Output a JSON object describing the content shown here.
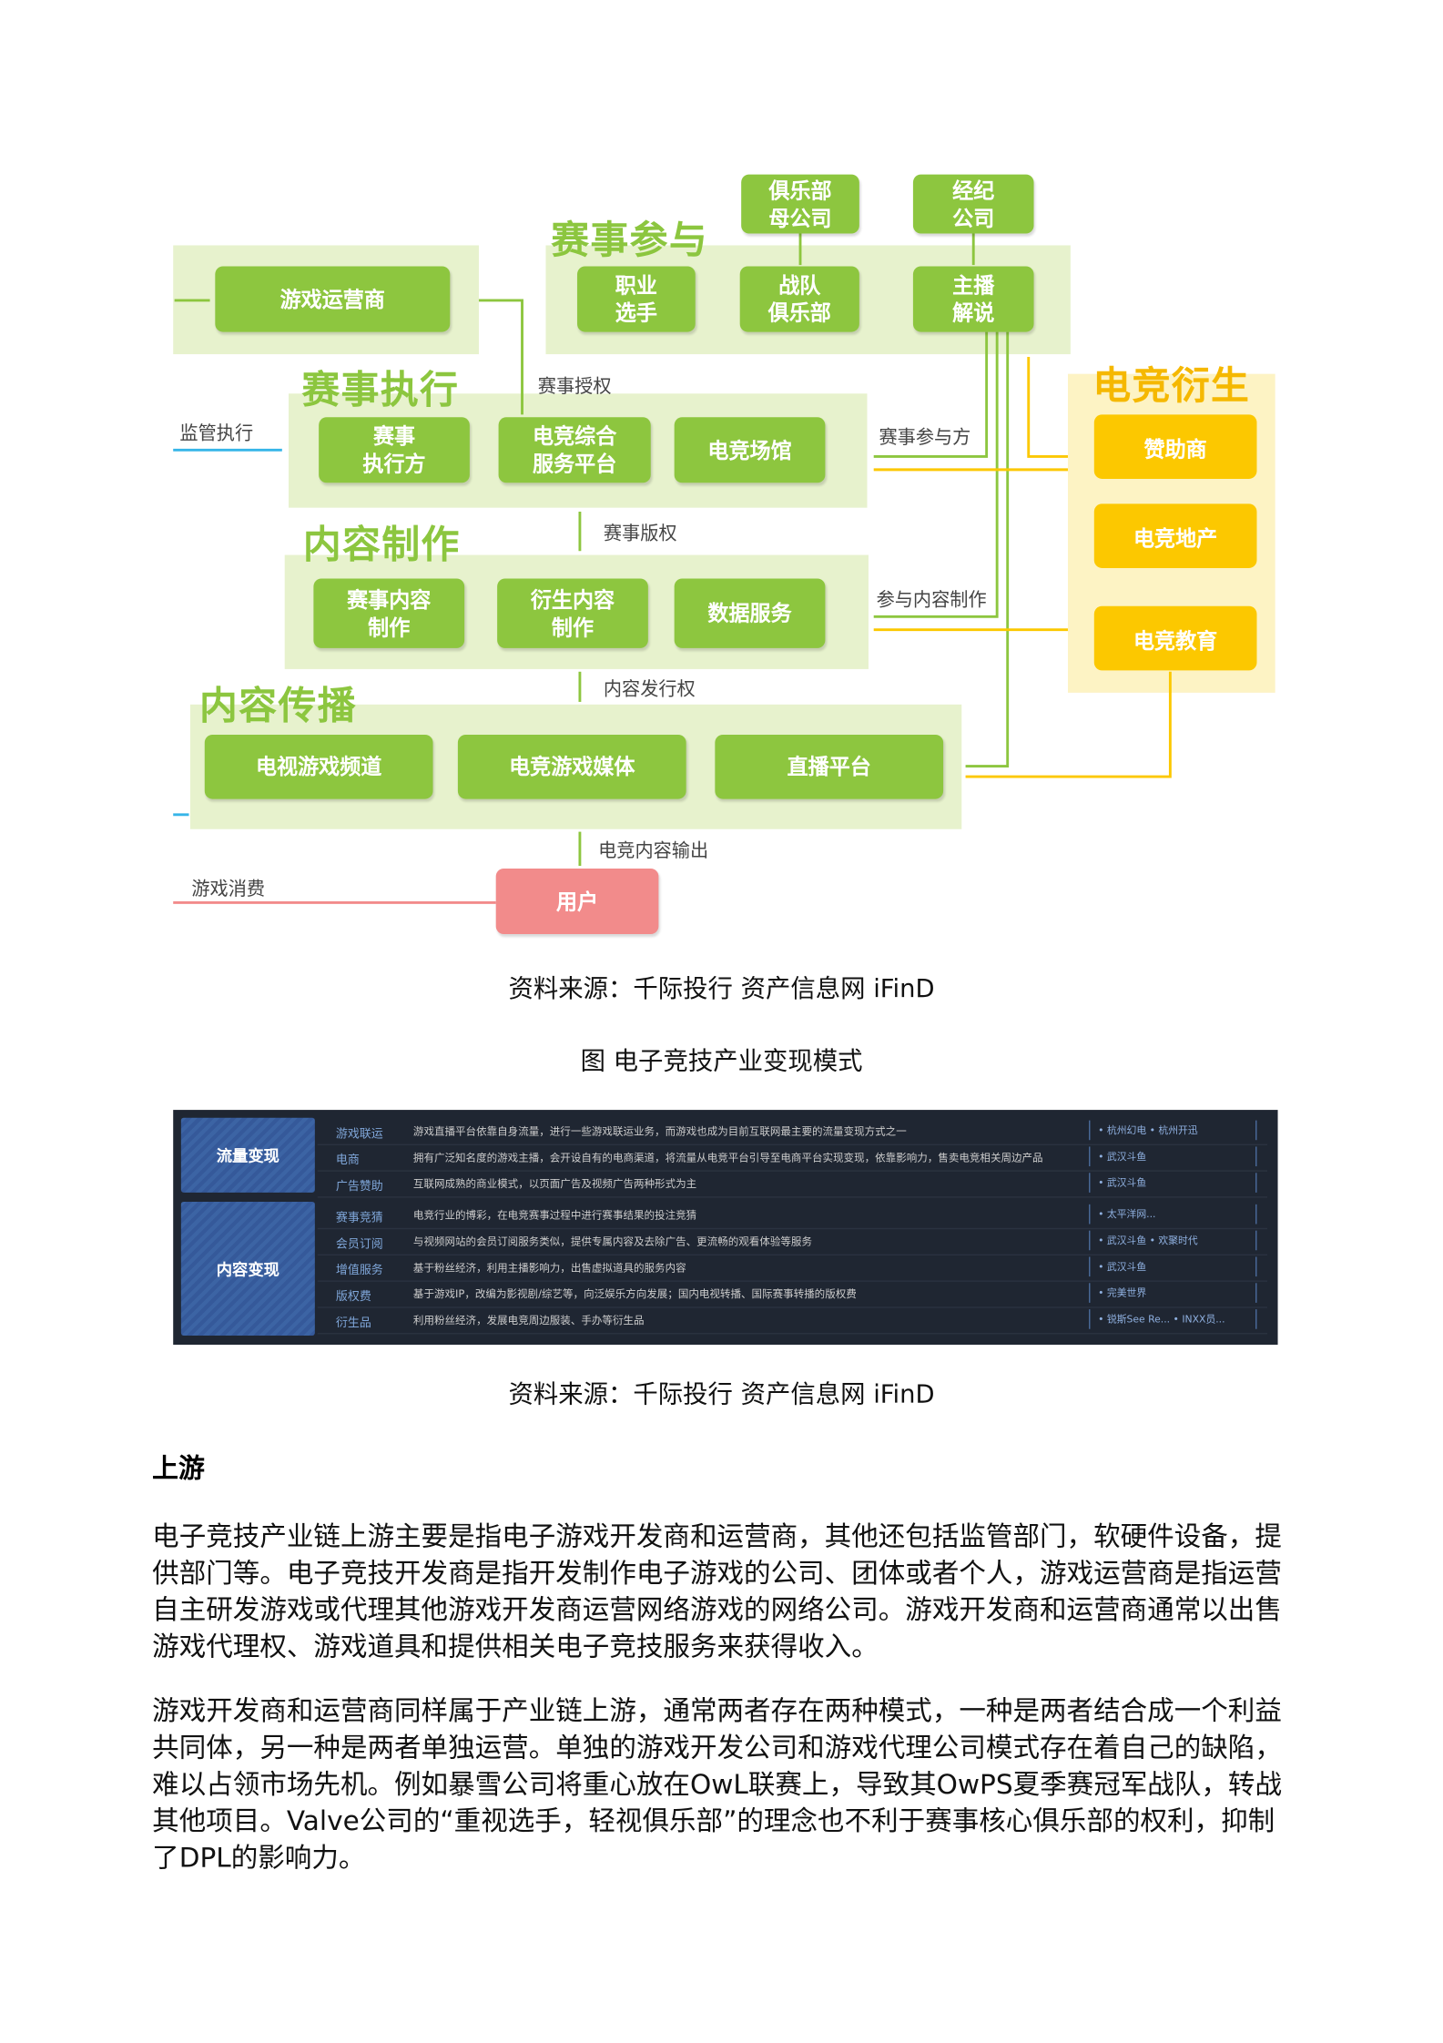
{
  "diagram": {
    "titles": {
      "participation": "赛事参与",
      "execution": "赛事执行",
      "content_production": "内容制作",
      "distribution": "内容传播",
      "derivatives": "电竞衍生"
    },
    "boxes": {
      "club_parent": "俱乐部\n母公司",
      "agency": "经纪\n公司",
      "pro_player": "职业\n选手",
      "team_club": "战队\n俱乐部",
      "streamer": "主播\n解说",
      "operator": "游戏运营商",
      "executor": "赛事\n执行方",
      "platform": "电竞综合\n服务平台",
      "venue": "电竞场馆",
      "event_content": "赛事内容\n制作",
      "derived_content": "衍生内容\n制作",
      "data_service": "数据服务",
      "tv_channel": "电视游戏频道",
      "media": "电竞游戏媒体",
      "live_platform": "直播平台",
      "user": "用户",
      "sponsor": "赞助商",
      "real_estate": "电竞地产",
      "education": "电竞教育"
    },
    "labels": {
      "event_auth": "赛事授权",
      "supervision": "监管执行",
      "participants": "赛事参与方",
      "event_copyright": "赛事版权",
      "content_participation": "参与内容制作",
      "distribution_right": "内容发行权",
      "content_output": "电竞内容输出",
      "game_consumption": "游戏消费"
    },
    "colors": {
      "green": "#8dc63f",
      "yellow": "#fcc800",
      "pink": "#f28b8b",
      "bg_green": "#e7f2cd",
      "bg_yellow": "#fdf3c4"
    }
  },
  "captions": {
    "source1": "资料来源：千际投行 资产信息网 iFinD",
    "figure_title": "图 电子竞技产业变现模式",
    "source2": "资料来源：千际投行 资产信息网 iFinD"
  },
  "table": {
    "groups": [
      "流量变现",
      "内容变现"
    ],
    "rows": [
      {
        "k": "游戏联运",
        "d": "游戏直播平台依靠自身流量，进行一些游戏联运业务，而游戏也成为目前互联网最主要的流量变现方式之一",
        "c": "• 杭州幻电   • 杭州开迅"
      },
      {
        "k": "电商",
        "d": "拥有广泛知名度的游戏主播，会开设自有的电商渠道，将流量从电竞平台引导至电商平台实现变现，依靠影响力，售卖电竞相关周边产品",
        "c": "• 武汉斗鱼"
      },
      {
        "k": "广告赞助",
        "d": "互联网成熟的商业模式，以页面广告及视频广告两种形式为主",
        "c": "• 武汉斗鱼"
      },
      {
        "k": "赛事竞猜",
        "d": "电竞行业的博彩，在电竞赛事过程中进行赛事结果的投注竞猜",
        "c": "• 太平洋网..."
      },
      {
        "k": "会员订阅",
        "d": "与视频网站的会员订阅服务类似，提供专属内容及去除广告、更流畅的观看体验等服务",
        "c": "• 武汉斗鱼   • 欢聚时代"
      },
      {
        "k": "增值服务",
        "d": "基于粉丝经济，利用主播影响力，出售虚拟道具的服务内容",
        "c": "• 武汉斗鱼"
      },
      {
        "k": "版权费",
        "d": "基于游戏IP，改编为影视剧/综艺等，向泛娱乐方向发展；国内电视转播、国际赛事转播的版权费",
        "c": "• 完美世界"
      },
      {
        "k": "衍生品",
        "d": "利用粉丝经济，发展电竞周边服装、手办等衍生品",
        "c": "• 锐斯See Re...  • INXX员..."
      }
    ]
  },
  "section": {
    "heading": "上游",
    "paragraphs": [
      "电子竞技产业链上游主要是指电子游戏开发商和运营商，其他还包括监管部门，软硬件设备，提供部门等。电子竞技开发商是指开发制作电子游戏的公司、团体或者个人，游戏运营商是指运营自主研发游戏或代理其他游戏开发商运营网络游戏的网络公司。游戏开发商和运营商通常以出售游戏代理权、游戏道具和提供相关电子竞技服务来获得收入。",
      "游戏开发商和运营商同样属于产业链上游，通常两者存在两种模式，一种是两者结合成一个利益共同体，另一种是两者单独运营。单独的游戏开发公司和游戏代理公司模式存在着自己的缺陷，难以占领市场先机。例如暴雪公司将重心放在OwL联赛上，导致其OwPS夏季赛冠军战队，转战其他项目。Valve公司的“重视选手，轻视俱乐部”的理念也不利于赛事核心俱乐部的权利，抑制了DPL的影响力。"
    ]
  }
}
